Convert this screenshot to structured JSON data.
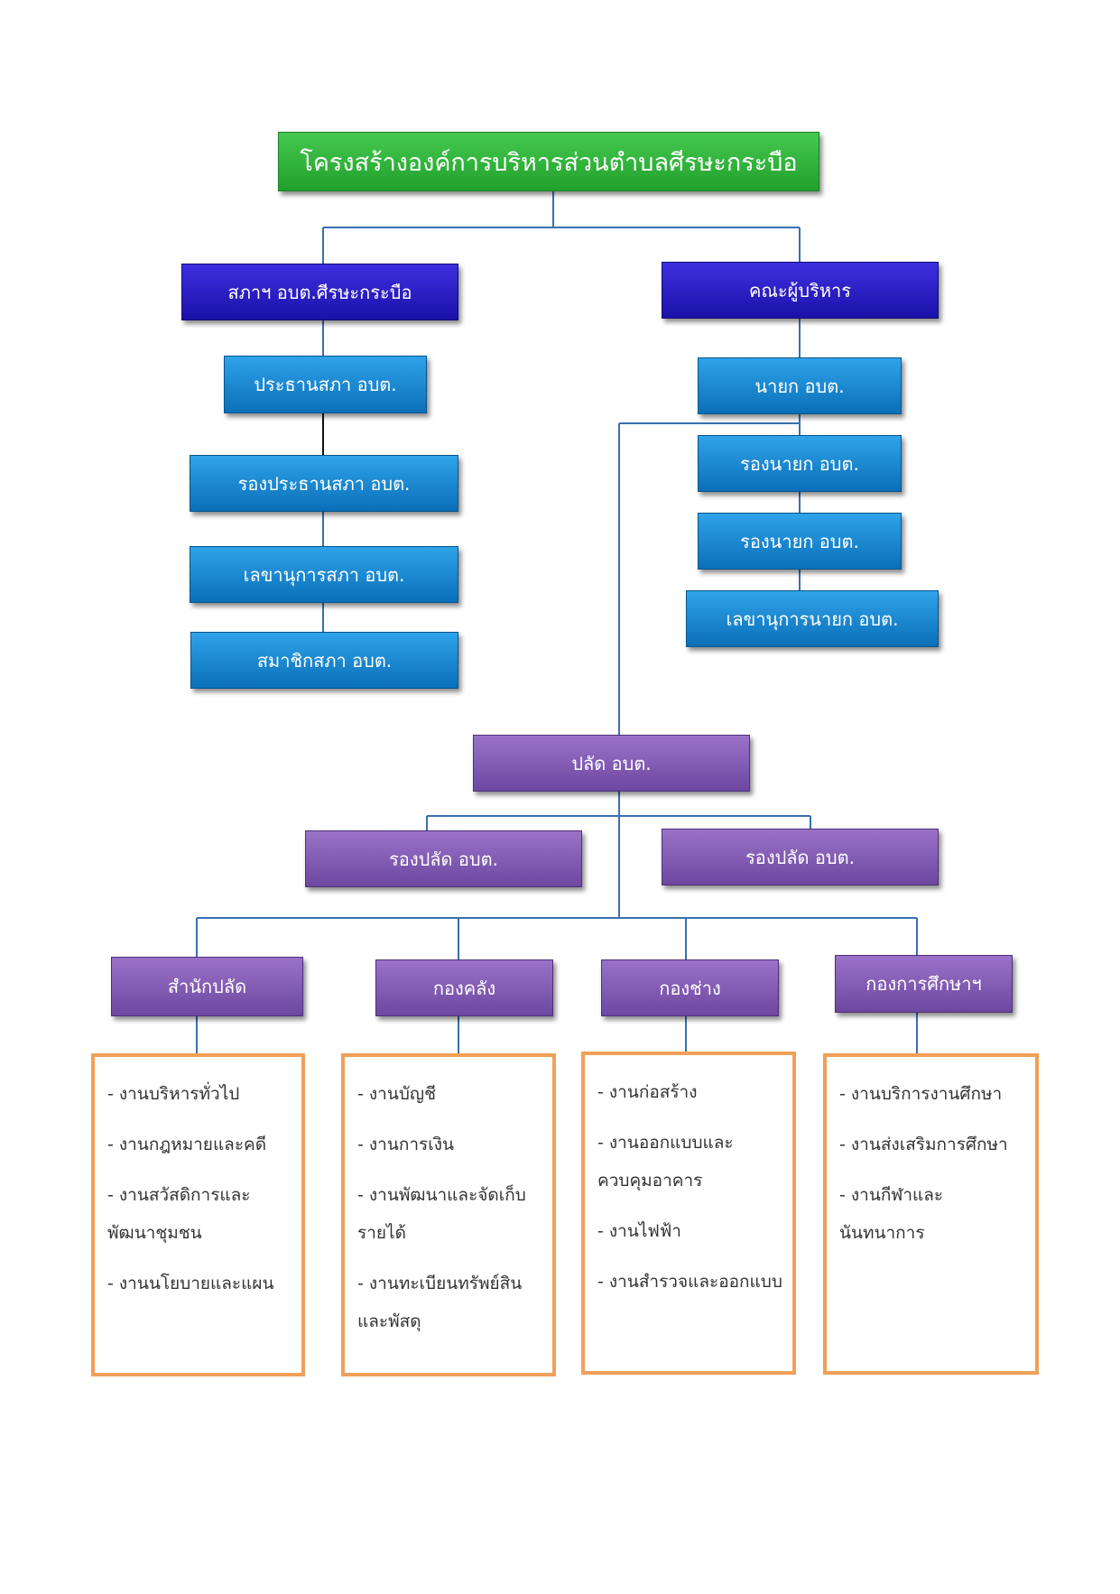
{
  "title": "โครงสร้างองค์การบริหารส่วนตำบลศีรษะกระบือ",
  "council": {
    "head": "สภาฯ อบต.ศีรษะกระบือ",
    "chair": "ประธานสภา อบต.",
    "vice_chair": "รองประธานสภา อบต.",
    "secretary": "เลขานุการสภา อบต.",
    "members": "สมาชิกสภา อบต."
  },
  "executive": {
    "head": "คณะผู้บริหาร",
    "mayor": "นายก อบต.",
    "deputy_1": "รองนายก อบต.",
    "deputy_2": "รองนายก อบต.",
    "secretary": "เลขานุการนายก อบต."
  },
  "administration": {
    "clerk": "ปลัด อบต.",
    "deputy_clerk_1": "รองปลัด อบต.",
    "deputy_clerk_2": "รองปลัด อบต."
  },
  "departments": [
    {
      "name": "สำนักปลัด",
      "tasks": [
        "- งานบริหารทั่วไป",
        "- งานกฎหมายและคดี",
        "- งานสวัสดิการและพัฒนาชุมชน",
        "- งานนโยบายและแผน"
      ]
    },
    {
      "name": "กองคลัง",
      "tasks": [
        "- งานบัญชี",
        "- งานการเงิน",
        "- งานพัฒนาและจัดเก็บรายได้",
        "- งานทะเบียนทรัพย์สินและพัสดุ"
      ]
    },
    {
      "name": "กองช่าง",
      "tasks": [
        "- งานก่อสร้าง",
        "- งานออกแบบและควบคุมอาคาร",
        "- งานไฟฟ้า",
        "- งานสำรวจและออกแบบ"
      ]
    },
    {
      "name": "กองการศึกษาฯ",
      "tasks": [
        "- งานบริการงานศึกษา",
        "- งานส่งเสริมการศึกษา",
        "- งานกีฬาและนันทนาการ"
      ]
    }
  ],
  "colors": {
    "title": "#2aa834",
    "top_level": "#2419c2",
    "office": "#1a88d2",
    "administration": "#8159b5",
    "task_border": "#f0a058",
    "connector": "#3a6fb0"
  }
}
